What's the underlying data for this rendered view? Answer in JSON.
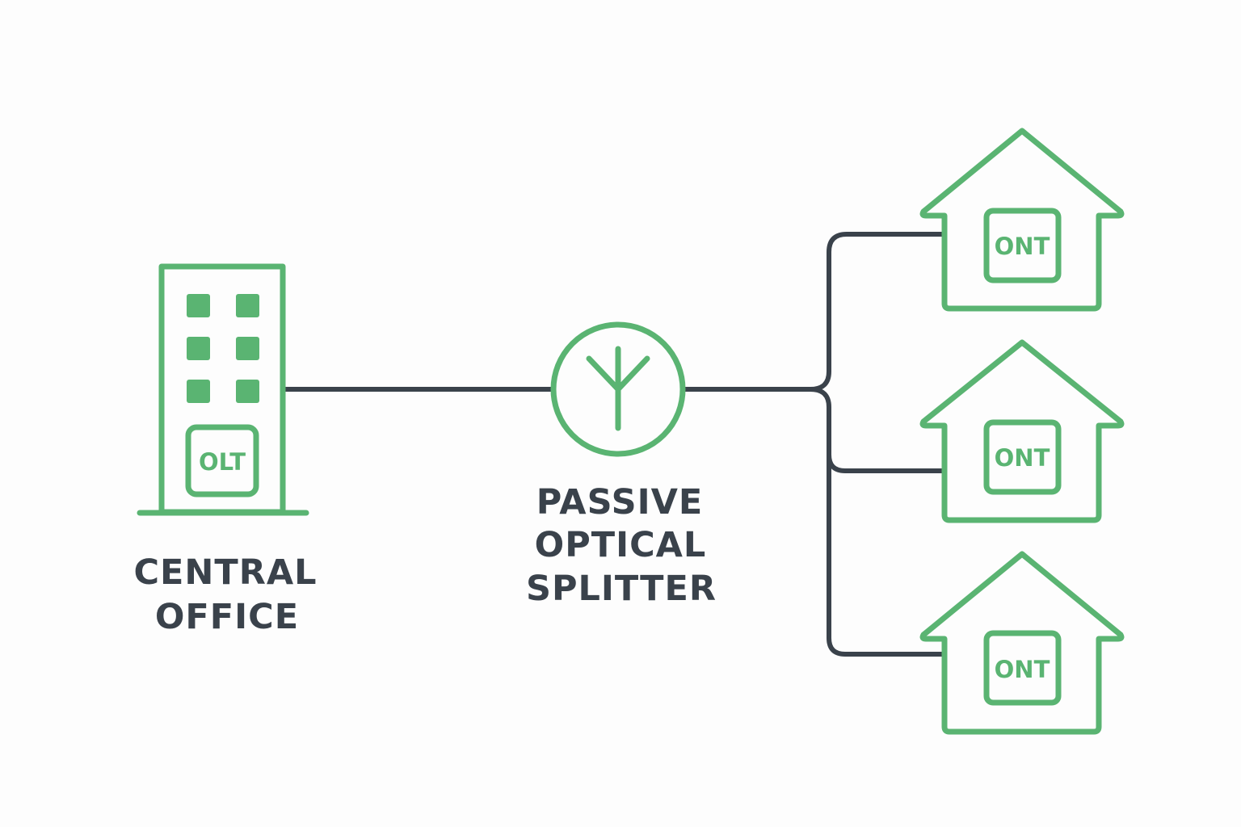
{
  "colors": {
    "accent": "#5ab472",
    "line": "#3a424b",
    "background": "#fdfdfd"
  },
  "central_office": {
    "label_line1": "CENTRAL",
    "label_line2": "OFFICE",
    "device": "OLT",
    "icon": "office-building-icon"
  },
  "splitter": {
    "label_line1": "PASSIVE",
    "label_line2": "OPTICAL",
    "label_line3": "SPLITTER",
    "icon": "splitter-icon"
  },
  "homes": [
    {
      "device": "ONT",
      "icon": "house-icon"
    },
    {
      "device": "ONT",
      "icon": "house-icon"
    },
    {
      "device": "ONT",
      "icon": "house-icon"
    }
  ]
}
